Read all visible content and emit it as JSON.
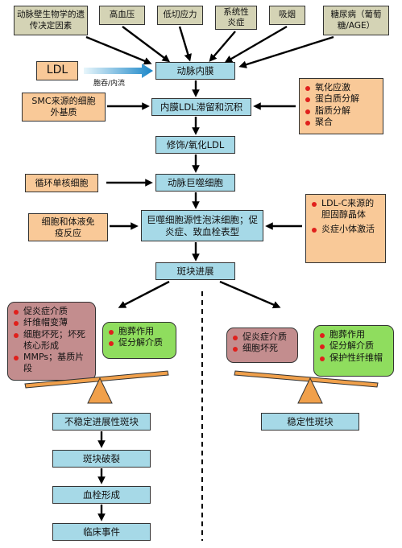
{
  "risk_factors": [
    "动脉壁生物学的遗传决定因素",
    "高血压",
    "低切应力",
    "系统性炎症",
    "吸烟",
    "糖尿病（葡萄糖/AGE）"
  ],
  "inputs": {
    "ldl": "LDL",
    "ldl_arrow_label": "胞吞/内流",
    "smc_matrix": "SMC来源的细胞外基质",
    "monocytes": "循环单核细胞",
    "immunity": "细胞和体液免疫反应"
  },
  "steps": {
    "intima": "动脉内膜",
    "retention": "内膜LDL滞留和沉积",
    "oxidation": "修饰/氧化LDL",
    "macrophage": "动脉巨噬细胞",
    "foam_cell": "巨噬细胞源性泡沫细胞；促炎症、致血栓表型",
    "progression": "斑块进展"
  },
  "modifiers_retention": [
    "氧化应激",
    "蛋白质分解",
    "脂质分解",
    "聚合"
  ],
  "modifiers_foam": [
    "LDL-C来源的胆固醇晶体",
    "炎症小体激活"
  ],
  "unstable": {
    "left_items": [
      "促炎症介质",
      "纤维帽变薄",
      "细胞坏死；坏死核心形成",
      "MMPs；基质片段"
    ],
    "right_items": [
      "胞葬作用",
      "促分解介质"
    ],
    "label": "不稳定进展性斑块",
    "sequence": [
      "斑块破裂",
      "血栓形成",
      "临床事件"
    ]
  },
  "stable": {
    "left_items": [
      "促炎症介质",
      "细胞坏死"
    ],
    "right_items": [
      "胞葬作用",
      "促分解介质",
      "保护性纤维帽"
    ],
    "label": "稳定性斑块"
  },
  "colors": {
    "risk_fill": "#d4d3b5",
    "input_fill": "#f9c998",
    "step_fill": "#a6d9e7",
    "harmful_fill": "#c38d8e",
    "protective_fill": "#8fdd5e",
    "fulcrum_fill": "#f0a04b",
    "bullet": "#e0201c"
  }
}
